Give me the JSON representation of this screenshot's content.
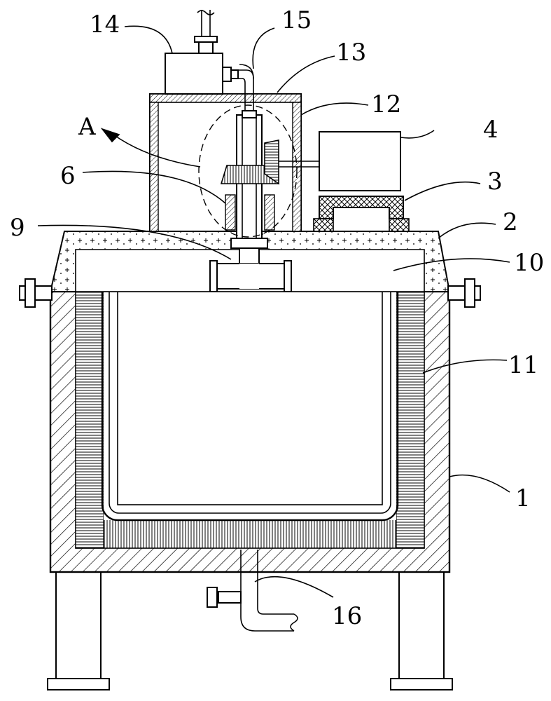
{
  "figure": {
    "labels": {
      "l1": "1",
      "l2": "2",
      "l3": "3",
      "l4": "4",
      "l6": "6",
      "l9": "9",
      "l10": "10",
      "l11": "11",
      "l12": "12",
      "l13": "13",
      "l14": "14",
      "l15": "15",
      "l16": "16",
      "detail": "A"
    }
  }
}
